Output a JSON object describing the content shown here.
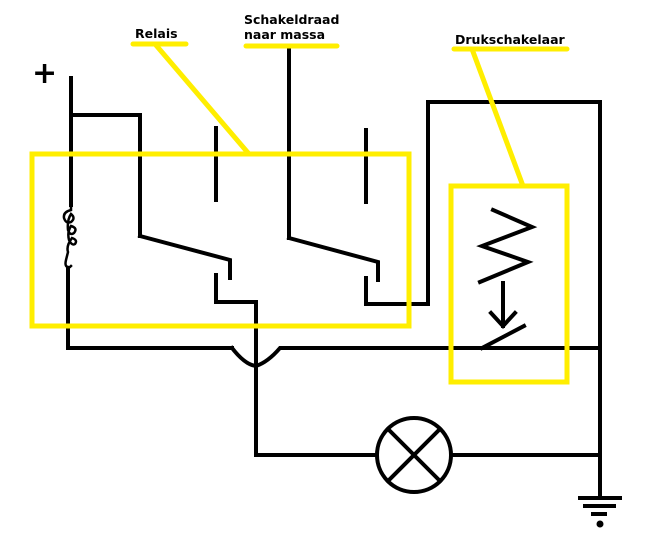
{
  "title": "Relais schakeling met drukschakelaar en lamp",
  "labels": {
    "relay": "Relais",
    "switch_wire_line1": "Schakeldraad",
    "switch_wire_line2": "naar massa",
    "push_switch": "Drukschakelaar",
    "positive_terminal": "+"
  },
  "components": [
    {
      "id": "battery-positive",
      "type": "power-terminal",
      "symbol": "+"
    },
    {
      "id": "relay-coil",
      "type": "coil"
    },
    {
      "id": "relay-contact-1",
      "type": "changeover-contact"
    },
    {
      "id": "relay-contact-2",
      "type": "changeover-contact"
    },
    {
      "id": "push-switch",
      "type": "normally-open-push-button"
    },
    {
      "id": "lamp",
      "type": "lamp"
    },
    {
      "id": "ground",
      "type": "ground"
    }
  ],
  "colors": {
    "wire": "#000000",
    "highlight": "#ffee00",
    "background": "#ffffff"
  }
}
